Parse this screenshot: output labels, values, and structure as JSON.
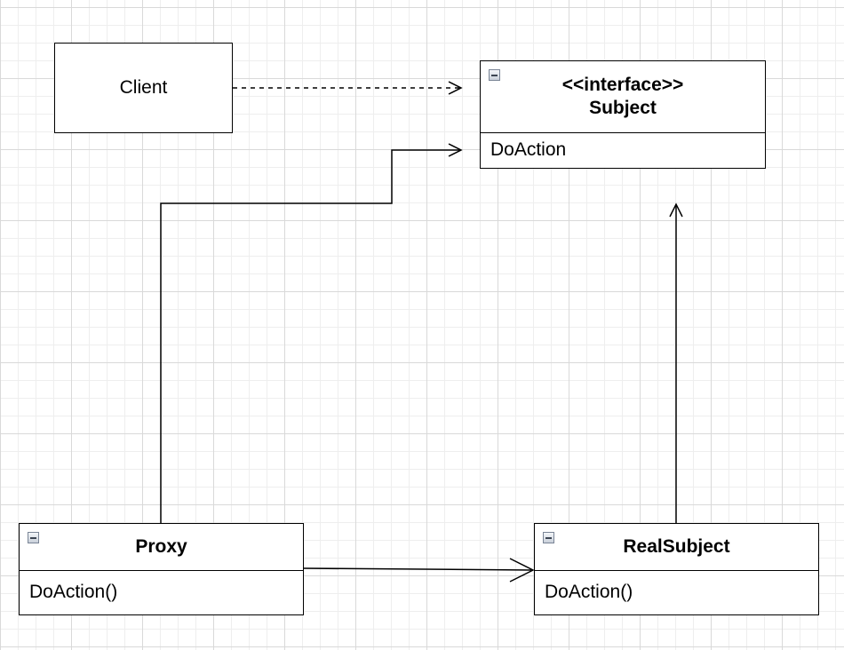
{
  "diagram": {
    "type": "uml-class",
    "client": {
      "label": "Client"
    },
    "subject": {
      "stereotype": "<<interface>>",
      "name": "Subject",
      "members": [
        "DoAction"
      ]
    },
    "proxy": {
      "name": "Proxy",
      "members": [
        "DoAction()"
      ]
    },
    "real_subject": {
      "name": "RealSubject",
      "members": [
        "DoAction()"
      ]
    },
    "relations": [
      {
        "from": "Client",
        "to": "Subject",
        "style": "dashed",
        "arrow": "open"
      },
      {
        "from": "Proxy",
        "to": "Subject",
        "style": "solid",
        "arrow": "open"
      },
      {
        "from": "RealSubject",
        "to": "Subject",
        "style": "solid",
        "arrow": "open"
      },
      {
        "from": "Proxy",
        "to": "RealSubject",
        "style": "solid",
        "arrow": "open"
      }
    ]
  },
  "colors": {
    "line": "#000000",
    "grid": "#d9d9d9",
    "background": "#ffffff"
  }
}
